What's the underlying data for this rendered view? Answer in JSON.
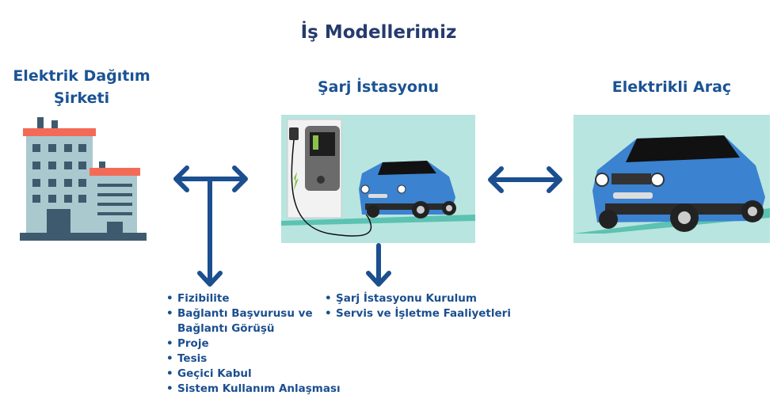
{
  "title": "İş Modellerimiz",
  "columns": [
    {
      "heading": "Elektrik Dağıtım Şirketi",
      "heading_lines": [
        "Elektrik Dağıtım",
        "Şirketi"
      ],
      "icon": "building-icon"
    },
    {
      "heading": "Şarj İstasyonu",
      "icon": "charging-station-icon"
    },
    {
      "heading": "Elektrikli Araç",
      "icon": "electric-car-icon"
    }
  ],
  "lists": {
    "distribution": [
      "Fizibilite",
      "Bağlantı Başvurusu ve Bağlantı Görüşü",
      "Proje",
      "Tesis",
      "Geçici Kabul",
      "Sistem Kullanım Anlaşması"
    ],
    "station": [
      "Şarj İstasyonu Kurulum",
      "Servis ve İşletme Faaliyetleri"
    ]
  },
  "colors": {
    "arrow": "#1b4f8f",
    "image_bg": "#b8e5e0",
    "car": "#3b82d0"
  }
}
